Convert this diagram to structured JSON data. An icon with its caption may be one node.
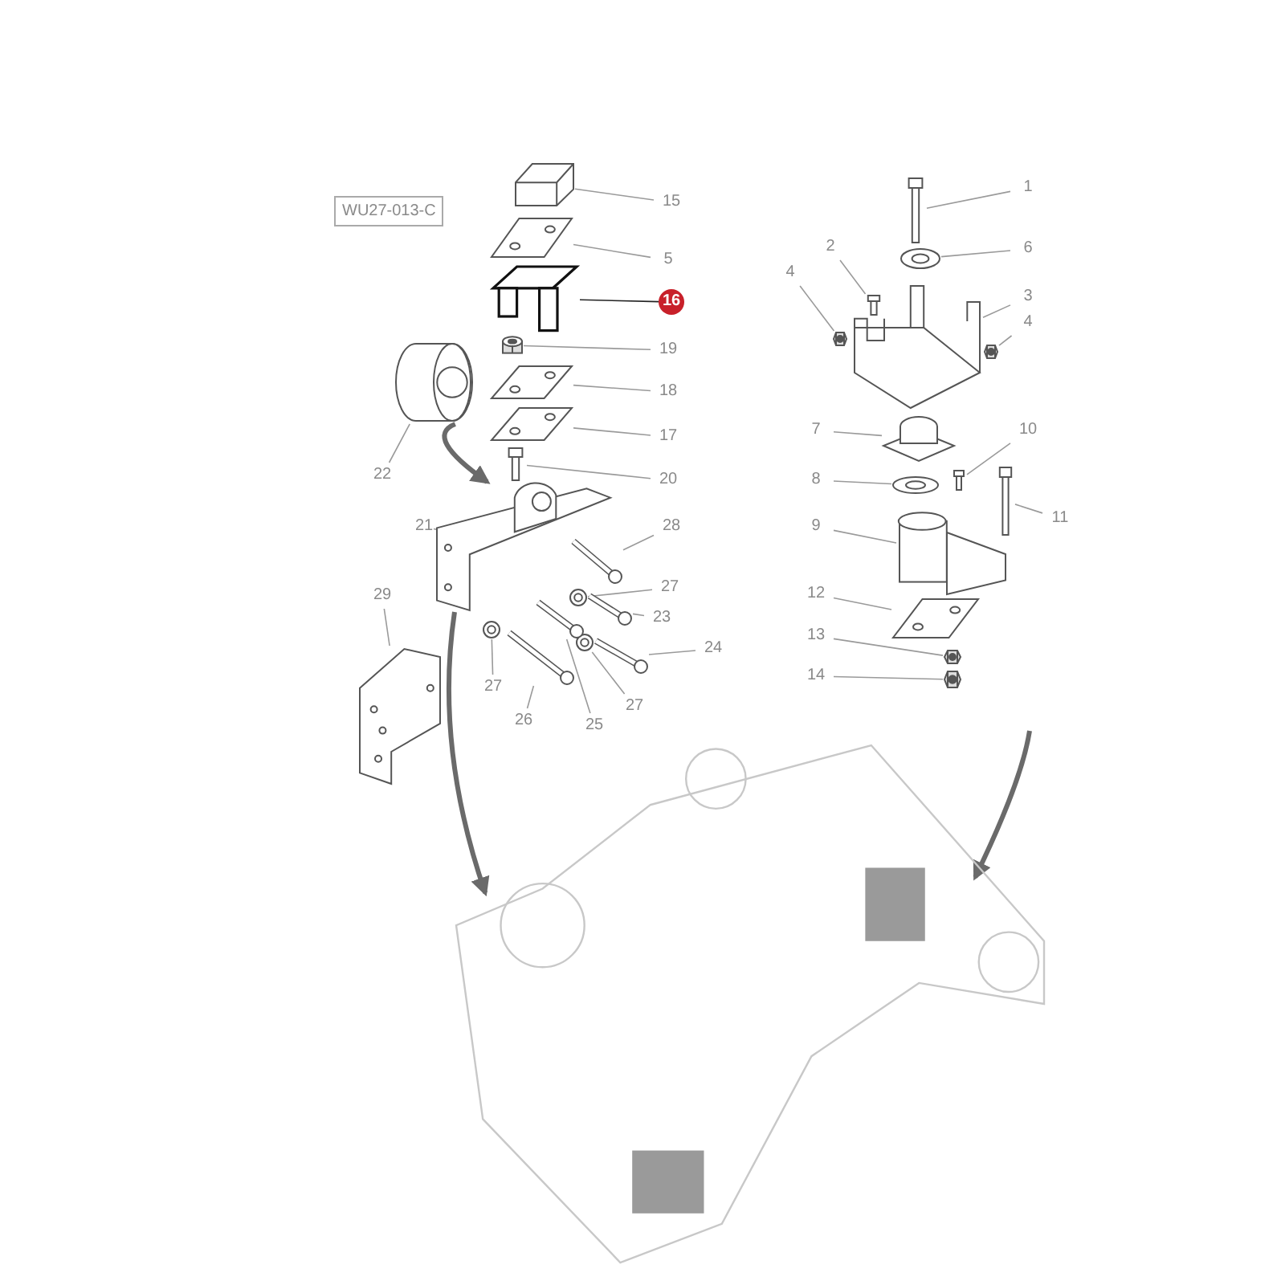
{
  "diagram": {
    "nodes": [
      {
        "text": [
          "15"
        ]
      },
      {
        "text": [
          "5"
        ]
      },
      {
        "text": [
          "16"
        ]
      },
      {
        "text": [
          "19"
        ]
      },
      {
        "text": [
          "18"
        ]
      },
      {
        "text": [
          "17"
        ]
      },
      {
        "text": [
          "20"
        ]
      },
      {
        "text": [
          "22"
        ]
      },
      {
        "text": [
          "21"
        ]
      },
      {
        "text": [
          "28"
        ]
      },
      {
        "text": [
          "27"
        ]
      },
      {
        "text": [
          "23"
        ]
      },
      {
        "text": [
          "29"
        ]
      },
      {
        "text": [
          "24"
        ]
      },
      {
        "text": [
          "27"
        ]
      },
      {
        "text": [
          "26"
        ]
      },
      {
        "text": [
          "25"
        ]
      },
      {
        "text": [
          "27"
        ]
      },
      {
        "text": [
          "1"
        ]
      },
      {
        "text": [
          "2"
        ]
      },
      {
        "text": [
          "6"
        ]
      },
      {
        "text": [
          "4"
        ]
      },
      {
        "text": [
          "3"
        ]
      },
      {
        "text": [
          "4"
        ]
      },
      {
        "text": [
          "7"
        ]
      },
      {
        "text": [
          "10"
        ]
      },
      {
        "text": [
          "8"
        ]
      },
      {
        "text": [
          "11"
        ]
      },
      {
        "text": [
          "9"
        ]
      },
      {
        "text": [
          "12"
        ]
      },
      {
        "text": [
          "13"
        ]
      },
      {
        "text": [
          "14"
        ]
      },
      {
        "text": [],
        "shape": "picture"
      },
      {
        "text": [],
        "shape": "picture"
      },
      {
        "text": [],
        "shape": "picture"
      },
      {
        "text": [],
        "shape": "picture"
      },
      {
        "text": [],
        "shape": "picture"
      },
      {
        "text": [],
        "shape": "picture"
      },
      {
        "text": [],
        "shape": "picture"
      },
      {
        "text": [],
        "shape": "picture"
      },
      {
        "text": [],
        "shape": "picture"
      },
      {
        "text": [],
        "shape": "picture"
      },
      {
        "text": [],
        "shape": "picture"
      },
      {
        "text": [],
        "shape": "picture"
      },
      {
        "text": [],
        "shape": "picture"
      },
      {
        "text": [],
        "shape": "picture"
      },
      {
        "text": [],
        "shape": "picture"
      },
      {
        "text": [],
        "shape": "picture"
      },
      {
        "text": [],
        "shape": "picture"
      },
      {
        "text": [],
        "shape": "picture"
      },
      {
        "text": [],
        "shape": "picture"
      },
      {
        "text": [],
        "shape": "picture"
      },
      {
        "text": [],
        "shape": "picture"
      },
      {
        "text": [],
        "shape": "picture"
      },
      {
        "text": [],
        "shape": "picture"
      },
      {
        "text": [],
        "shape": "picture"
      },
      {
        "text": [],
        "shape": "picture"
      },
      {
        "text": [],
        "shape": "picture"
      },
      {
        "text": [],
        "shape": "picture"
      },
      {
        "text": [],
        "shape": "picture"
      },
      {
        "text": [],
        "shape": "picture"
      },
      {
        "text": [],
        "shape": "picture"
      },
      {
        "text": [],
        "shape": "picture"
      },
      {
        "text": [],
        "shape": "picture"
      },
      {
        "text": [],
        "shape": "picture"
      }
    ],
    "edges": [
      {
        "from": 0,
        "to": 32,
        "arrow": "none"
      },
      {
        "from": 1,
        "to": 33,
        "arrow": "none"
      },
      {
        "from": 2,
        "to": 34,
        "arrow": "none",
        "color": "#222222"
      },
      {
        "from": 3,
        "to": 35,
        "arrow": "none"
      },
      {
        "from": 4,
        "to": 36,
        "arrow": "none"
      },
      {
        "from": 5,
        "to": 37,
        "arrow": "none"
      },
      {
        "from": 6,
        "to": 38,
        "arrow": "none"
      },
      {
        "from": 7,
        "to": 39,
        "arrow": "none"
      },
      {
        "from": 8,
        "to": 40,
        "arrow": "none"
      },
      {
        "from": 9,
        "to": 41,
        "arrow": "none"
      },
      {
        "from": 10,
        "to": 42,
        "arrow": "none"
      },
      {
        "from": 11,
        "to": 43,
        "arrow": "none"
      },
      {
        "from": 12,
        "to": 49,
        "arrow": "none"
      },
      {
        "from": 13,
        "to": 44,
        "arrow": "none"
      },
      {
        "from": 14,
        "to": 47,
        "arrow": "none"
      },
      {
        "from": 15,
        "to": 46,
        "arrow": "none"
      },
      {
        "from": 16,
        "to": 48,
        "arrow": "none"
      },
      {
        "from": 17,
        "to": 45,
        "arrow": "none"
      },
      {
        "from": 18,
        "to": 50,
        "arrow": "none"
      },
      {
        "from": 19,
        "to": 52,
        "arrow": "none"
      },
      {
        "from": 20,
        "to": 51,
        "arrow": "none"
      },
      {
        "from": 21,
        "to": 53,
        "arrow": "none"
      },
      {
        "from": 22,
        "to": 54,
        "arrow": "none"
      },
      {
        "from": 23,
        "to": 55,
        "arrow": "none"
      },
      {
        "from": 24,
        "to": 56,
        "arrow": "none"
      },
      {
        "from": 25,
        "to": 57,
        "arrow": "none"
      },
      {
        "from": 26,
        "to": 58,
        "arrow": "none"
      },
      {
        "from": 27,
        "to": 59,
        "arrow": "none"
      },
      {
        "from": 28,
        "to": 60,
        "arrow": "none"
      },
      {
        "from": 29,
        "to": 61,
        "arrow": "none"
      },
      {
        "from": 30,
        "to": 62,
        "arrow": "none"
      },
      {
        "from": 31,
        "to": 63,
        "arrow": "none"
      },
      {
        "from": 39,
        "to": 40,
        "arrow": "to",
        "style": "thick"
      },
      {
        "from": 40,
        "to": 64,
        "arrow": "to",
        "style": "thick"
      },
      {
        "from": null,
        "to": 64,
        "arrow": "to",
        "style": "thick"
      }
    ],
    "labels": [
      "WU27-013-C"
    ]
  }
}
